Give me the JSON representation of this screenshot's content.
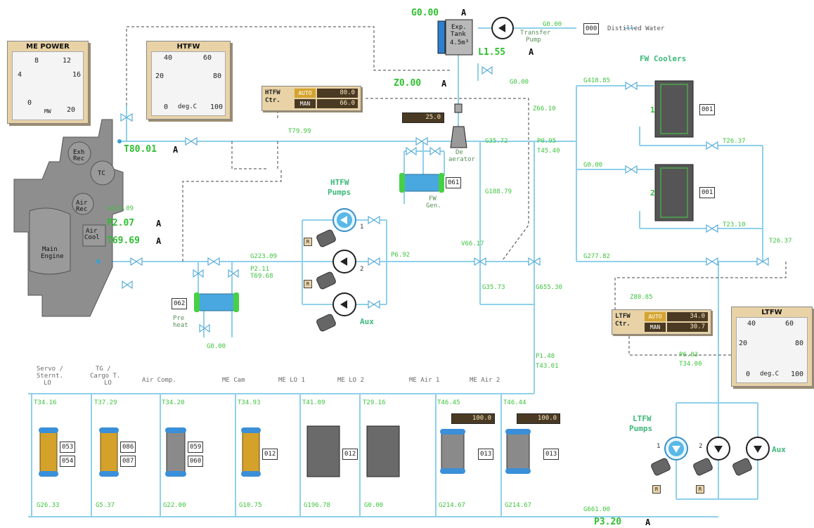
{
  "gauges": {
    "me_power": {
      "title": "ME POWER",
      "ticks": [
        "0",
        "4",
        "8",
        "12",
        "16",
        "20"
      ],
      "unit": "MW",
      "value_fraction": 0.47
    },
    "htfw": {
      "title": "HTFW",
      "ticks": [
        "0",
        "20",
        "40",
        "60",
        "80",
        "100"
      ],
      "unit": "deg.C",
      "value_fraction": 0.53
    },
    "ltfw": {
      "title": "LTFW",
      "ticks": [
        "0",
        "20",
        "40",
        "60",
        "80",
        "100"
      ],
      "unit": "deg.C",
      "value_fraction": 0.66
    }
  },
  "controllers": {
    "htfw": {
      "label_line1": "HTFW",
      "label_line2": "Ctr.",
      "auto": "AUTO",
      "man": "MAN",
      "auto_value": "80.0",
      "man_value": "66.0"
    },
    "ltfw": {
      "label_line1": "LTFW",
      "label_line2": "Ctr.",
      "auto": "AUTO",
      "man": "MAN",
      "auto_value": "34.0",
      "man_value": "30.7"
    }
  },
  "setpoints": {
    "fw_gen": "25.0",
    "me_air_1": "100.0",
    "me_air_2": "100.0"
  },
  "titles": {
    "htfw_pumps_1": "HTFW",
    "htfw_pumps_2": "Pumps",
    "fw_coolers": "FW Coolers",
    "ltfw_pumps_1": "LTFW",
    "ltfw_pumps_2": "Pumps"
  },
  "tank": {
    "line1": "Exp.",
    "line2": "Tank",
    "line3": "4.5m³"
  },
  "engine": {
    "main_1": "Main",
    "main_2": "Engine",
    "exh_1": "Exh",
    "exh_2": "Rec",
    "tc": "TC",
    "air_1": "Air",
    "air_2": "Rec",
    "cool_1": "Air",
    "cool_2": "Cool"
  },
  "labels": {
    "transfer_1": "Transfer",
    "transfer_2": "Pump",
    "distilled": "Distilled Water",
    "de_1": "De",
    "de_2": "aerator",
    "fw_1": "FW",
    "fw_2": "Gen.",
    "pre_1": "Pre",
    "pre_2": "heat",
    "aux_ht": "Aux",
    "aux_lt": "Aux",
    "p1": "1",
    "p2": "2",
    "c1": "1",
    "c2": "2",
    "lp1": "1",
    "lp2": "2"
  },
  "consumers": [
    {
      "l1": "Servo /",
      "l2": "Sternt.",
      "l3": "LO",
      "t": "T34.16",
      "g": "G26.33",
      "ids": [
        "053",
        "054"
      ]
    },
    {
      "l1": "TG /",
      "l2": "Cargo T.",
      "l3": "LO",
      "t": "T37.29",
      "g": "G5.37",
      "ids": [
        "086",
        "087"
      ]
    },
    {
      "l1": "Air Comp.",
      "l2": "",
      "l3": "",
      "t": "T34.20",
      "g": "G22.00",
      "ids": [
        "059",
        "060"
      ]
    },
    {
      "l1": "ME Cam",
      "l2": "",
      "l3": "",
      "t": "T34.93",
      "g": "G10.75",
      "ids": [
        "012"
      ]
    },
    {
      "l1": "ME LO 1",
      "l2": "",
      "l3": "",
      "t": "T41.09",
      "g": "G196.78",
      "ids": [
        "012"
      ]
    },
    {
      "l1": "ME LO 2",
      "l2": "",
      "l3": "",
      "t": "T29.16",
      "g": "G0.00",
      "ids": []
    },
    {
      "l1": "ME Air 1",
      "l2": "",
      "l3": "",
      "t": "T46.45",
      "g": "G214.67",
      "ids": [
        "013"
      ]
    },
    {
      "l1": "ME Air 2",
      "l2": "",
      "l3": "",
      "t": "T46.44",
      "g": "G214.67",
      "ids": [
        "013"
      ]
    }
  ],
  "readings": {
    "g_top": "G0.00",
    "g_transfer": "G0.00",
    "l_tank": "L1.55",
    "z_tank": "Z0.00",
    "g_vent": "G0.00",
    "t_engine_out": "T80.01",
    "t_ctrl": "T79.99",
    "g_lo": "G223.09",
    "p_engine": "P2.07",
    "t_engine_in": "T69.69",
    "g_mid": "G223.09",
    "p_mid": "P2.11",
    "t_mid": "T69.68",
    "g_preheat": "G0.00",
    "p_pump_out": "P6.92",
    "v_mix": "V66.17",
    "g_mix1": "G35.73",
    "g_mix2": "G655.30",
    "g_deaer": "G35.72",
    "g_fwgen": "G188.79",
    "z_top": "Z66.10",
    "p_cool": "P0.95",
    "t_cool": "T45.40",
    "g_c1": "G418.85",
    "g_c2": "G0.00",
    "g_c3": "G277.82",
    "t_c1": "T26.37",
    "t_c2": "T23.10",
    "t_c3": "T26.37",
    "z_lt": "Z80.85",
    "p_lt": "P6.83",
    "t_lt": "T34.00",
    "p_lo": "P1.48",
    "t_lo": "T43.01",
    "g_ret": "G661.00",
    "p_ret": "P3.20",
    "a_flag": "A",
    "box_dist": "000",
    "box_fwgen": "061",
    "box_preheat": "062",
    "box_cooler1": "001",
    "box_cooler2": "001",
    "r": "R"
  }
}
